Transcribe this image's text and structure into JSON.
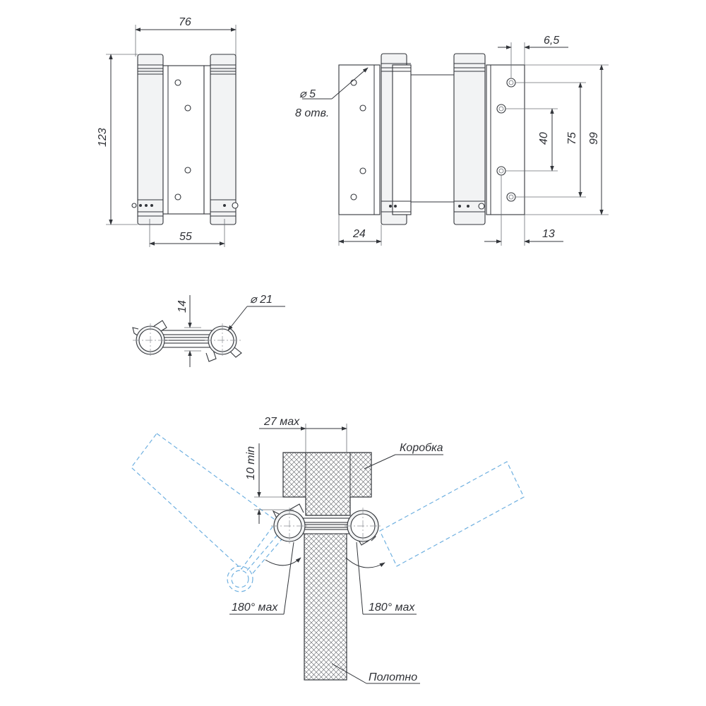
{
  "front_view": {
    "width_label": "76",
    "height_label": "123",
    "leaf_width_label": "55"
  },
  "side_view": {
    "offset_label": "6,5",
    "hole_label": "⌀ 5",
    "holes_count_label": "8 отв.",
    "spacing_inner_label": "40",
    "spacing_outer_label": "75",
    "plate_height_label": "99",
    "left_width_label": "24",
    "right_width_label": "13"
  },
  "section_view": {
    "thickness_label": "14",
    "barrel_diameter_label": "⌀ 21"
  },
  "install_view": {
    "max_width_label": "27 мах",
    "min_gap_label": "10 min",
    "frame_label": "Коробка",
    "door_label": "Полотно",
    "angle_left_label": "180° мах",
    "angle_right_label": "180° мах"
  },
  "colors": {
    "line": "#33363b",
    "ghost": "#6fb0e0"
  }
}
